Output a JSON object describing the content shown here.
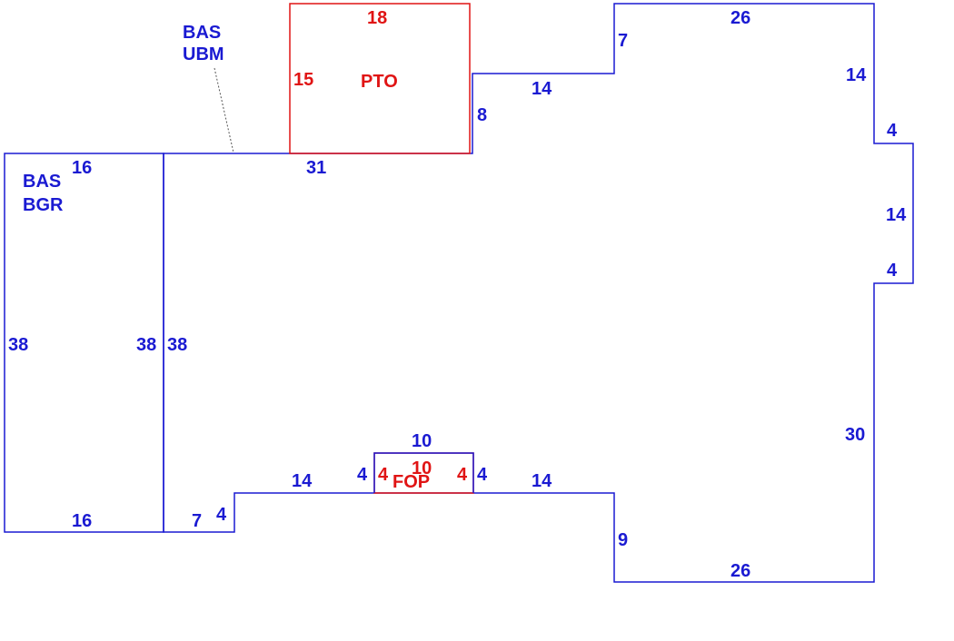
{
  "colors": {
    "main": "#1a1ad2",
    "accent": "#e01414"
  },
  "areas": {
    "bas_ubm": {
      "line1": "BAS",
      "line2": "UBM"
    },
    "bas_bgr": {
      "line1": "BAS",
      "line2": "BGR"
    },
    "pto": "PTO",
    "fop": "FOP"
  },
  "main_dims": {
    "top_26": "26",
    "step_7": "7",
    "right_14_top": "14",
    "notch_4_top": "4",
    "notch_14": "14",
    "notch_4_bottom": "4",
    "right_30": "30",
    "bottom_26": "26",
    "step_9": "9",
    "bottom_14_right": "14",
    "fop_4_right": "4",
    "fop_10": "10",
    "fop_4_left": "4",
    "bottom_14_left": "14",
    "step_4": "4",
    "bottom_7": "7",
    "left_38": "38",
    "top_31": "31",
    "pto_side_8": "8",
    "top_14": "14"
  },
  "bgr_dims": {
    "top_16": "16",
    "left_38": "38",
    "right_38": "38",
    "bottom_16": "16"
  },
  "pto_dims": {
    "top_18": "18",
    "side_15": "15"
  },
  "fop_dims": {
    "width_10": "10",
    "left_4": "4",
    "right_4": "4"
  }
}
